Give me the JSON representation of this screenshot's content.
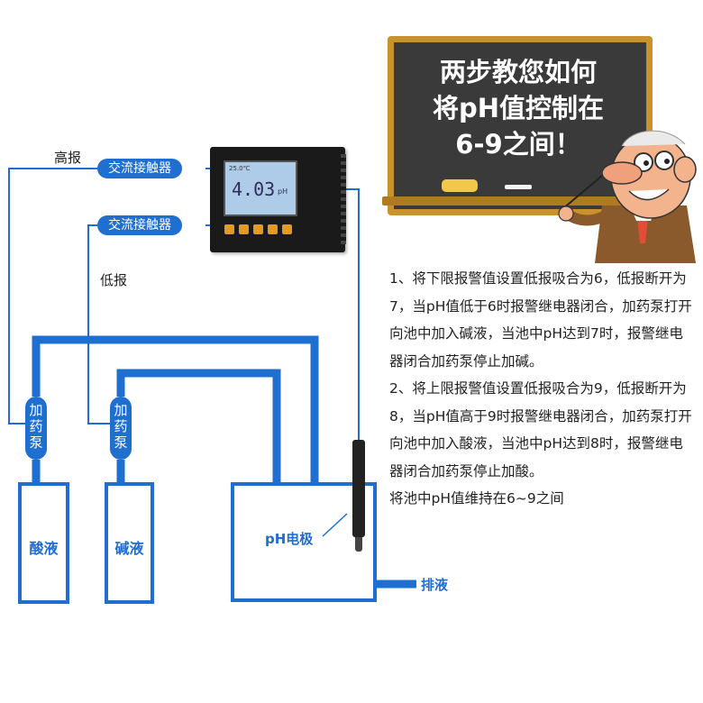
{
  "board": {
    "lines": [
      "两步教您如何",
      "将pH值控制在",
      "6-9之间！"
    ]
  },
  "controller": {
    "reading": "4.03",
    "unit": "pH",
    "temp": "25.0℃"
  },
  "relay_high": {
    "label": "交流接触器",
    "alarm_label": "高报"
  },
  "relay_low": {
    "label": "交流接触器",
    "alarm_label": "低报"
  },
  "pump_acid": {
    "label": "加药泵"
  },
  "pump_base": {
    "label": "加药泵"
  },
  "tank_acid": {
    "label": "酸液"
  },
  "tank_base": {
    "label": "碱液"
  },
  "pool": {
    "electrode_label": "pH电极",
    "drain_label": "排液"
  },
  "steps": [
    "1、将下限报警值设置低报吸合为6，低报断开为7，当pH值低于6时报警继电器闭合，加药泵打开向池中加入碱液，当池中pH达到7时，报警继电器闭合加药泵停止加碱。",
    "2、将上限报警值设置低报吸合为9，低报断开为8，当pH值高于9时报警继电器闭合，加药泵打开向池中加入酸液，当池中pH达到8时，报警继电器闭合加药泵停止加酸。",
    "将池中pH值维持在6~9之间"
  ],
  "colors": {
    "accent": "#1f6fd1",
    "board_bg": "#3a3a3a",
    "board_frame": "#c8922c"
  }
}
